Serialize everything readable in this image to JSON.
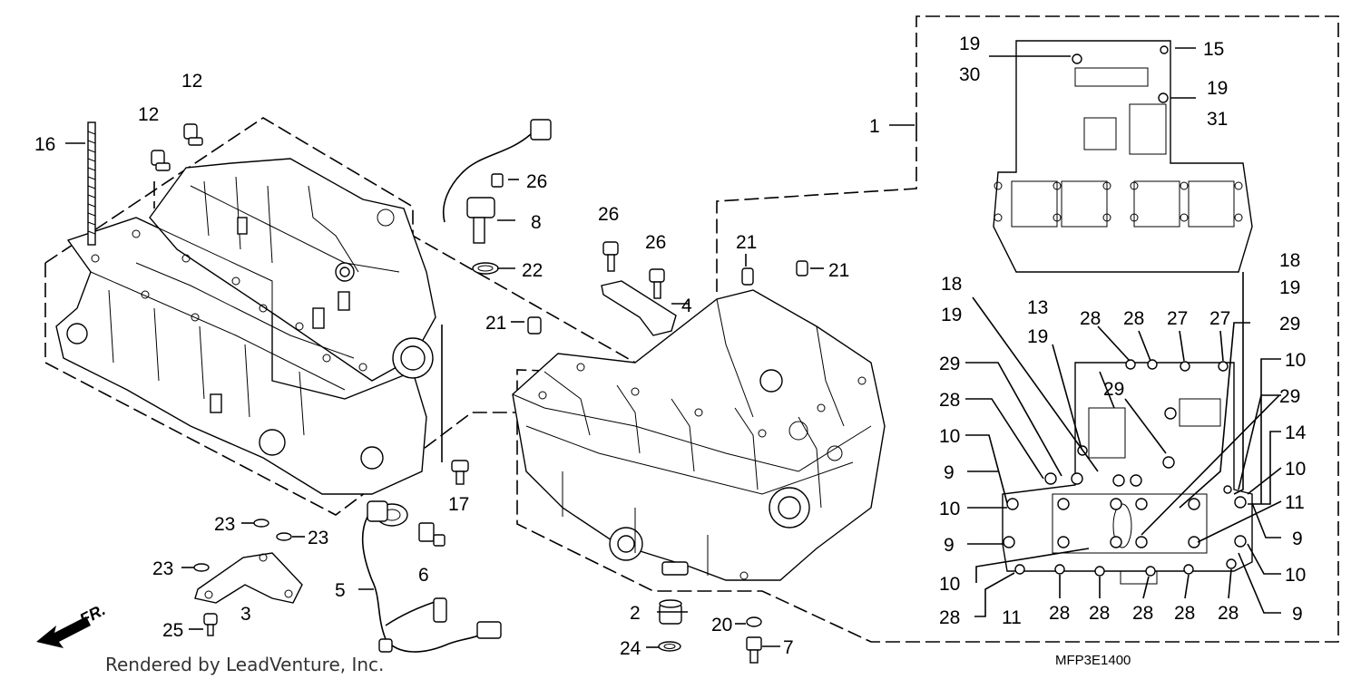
{
  "diagram": {
    "callouts": [
      {
        "id": "c1",
        "text": "1"
      },
      {
        "id": "c2",
        "text": "2"
      },
      {
        "id": "c3",
        "text": "3"
      },
      {
        "id": "c4",
        "text": "4"
      },
      {
        "id": "c5",
        "text": "5"
      },
      {
        "id": "c6",
        "text": "6"
      },
      {
        "id": "c7",
        "text": "7"
      },
      {
        "id": "c8",
        "text": "8"
      },
      {
        "id": "c12a",
        "text": "12"
      },
      {
        "id": "c12b",
        "text": "12"
      },
      {
        "id": "c13",
        "text": "13"
      },
      {
        "id": "c15",
        "text": "15"
      },
      {
        "id": "c16",
        "text": "16"
      },
      {
        "id": "c17",
        "text": "17"
      },
      {
        "id": "c19a",
        "text": "19"
      },
      {
        "id": "c30",
        "text": "30"
      },
      {
        "id": "c19b",
        "text": "19"
      },
      {
        "id": "c31",
        "text": "31"
      },
      {
        "id": "c20",
        "text": "20"
      },
      {
        "id": "c21a",
        "text": "21"
      },
      {
        "id": "c21b",
        "text": "21"
      },
      {
        "id": "c21c",
        "text": "21"
      },
      {
        "id": "c22",
        "text": "22"
      },
      {
        "id": "c23a",
        "text": "23"
      },
      {
        "id": "c23b",
        "text": "23"
      },
      {
        "id": "c23c",
        "text": "23"
      },
      {
        "id": "c24",
        "text": "24"
      },
      {
        "id": "c25",
        "text": "25"
      },
      {
        "id": "c26a",
        "text": "26"
      },
      {
        "id": "c26b",
        "text": "26"
      },
      {
        "id": "c26c",
        "text": "26"
      },
      {
        "id": "c18a",
        "text": "18"
      },
      {
        "id": "c19c",
        "text": "19"
      },
      {
        "id": "c19d",
        "text": "19"
      },
      {
        "id": "c18b",
        "text": "18"
      },
      {
        "id": "c19e",
        "text": "19"
      },
      {
        "id": "c28a",
        "text": "28"
      },
      {
        "id": "c28b",
        "text": "28"
      },
      {
        "id": "c27a",
        "text": "27"
      },
      {
        "id": "c27b",
        "text": "27"
      },
      {
        "id": "c29a",
        "text": "29"
      },
      {
        "id": "c29b",
        "text": "29"
      },
      {
        "id": "c29c",
        "text": "29"
      },
      {
        "id": "c29d",
        "text": "29"
      },
      {
        "id": "c10a",
        "text": "10"
      },
      {
        "id": "c28c",
        "text": "28"
      },
      {
        "id": "c10b",
        "text": "10"
      },
      {
        "id": "c14",
        "text": "14"
      },
      {
        "id": "c9a",
        "text": "9"
      },
      {
        "id": "c10c",
        "text": "10"
      },
      {
        "id": "c10d",
        "text": "10"
      },
      {
        "id": "c11a",
        "text": "11"
      },
      {
        "id": "c9b",
        "text": "9"
      },
      {
        "id": "c9c",
        "text": "9"
      },
      {
        "id": "c10e",
        "text": "10"
      },
      {
        "id": "c10f",
        "text": "10"
      },
      {
        "id": "c28d",
        "text": "28"
      },
      {
        "id": "c11b",
        "text": "11"
      },
      {
        "id": "c28e",
        "text": "28"
      },
      {
        "id": "c28f",
        "text": "28"
      },
      {
        "id": "c28g",
        "text": "28"
      },
      {
        "id": "c28h",
        "text": "28"
      },
      {
        "id": "c28i",
        "text": "28"
      },
      {
        "id": "c9d",
        "text": "9"
      }
    ],
    "direction_label": "FR.",
    "diagram_code": "MFP3E1400",
    "credit": "Rendered by LeadVenture, Inc."
  }
}
